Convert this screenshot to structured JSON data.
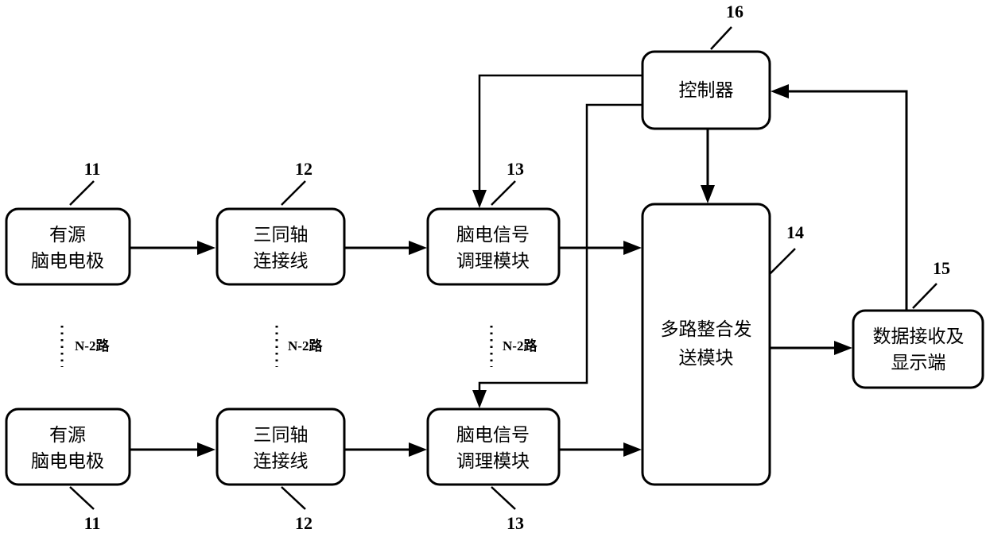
{
  "blocks": {
    "electrode_top": [
      "有源",
      "脑电电极"
    ],
    "cable_top": [
      "三同轴",
      "连接线"
    ],
    "conditioning_top": [
      "脑电信号",
      "调理模块"
    ],
    "electrode_bottom": [
      "有源",
      "脑电电极"
    ],
    "cable_bottom": [
      "三同轴",
      "连接线"
    ],
    "conditioning_bottom": [
      "脑电信号",
      "调理模块"
    ],
    "controller": "控制器",
    "multiplex": [
      "多路整合发",
      "送模块"
    ],
    "receiver": [
      "数据接收及",
      "显示端"
    ]
  },
  "numbers": {
    "electrode_top": "11",
    "cable_top": "12",
    "conditioning_top": "13",
    "electrode_bottom": "11",
    "cable_bottom": "12",
    "conditioning_bottom": "13",
    "multiplex": "14",
    "receiver": "15",
    "controller": "16"
  },
  "routes": {
    "col1": "N-2路",
    "col2": "N-2路",
    "col3": "N-2路"
  }
}
